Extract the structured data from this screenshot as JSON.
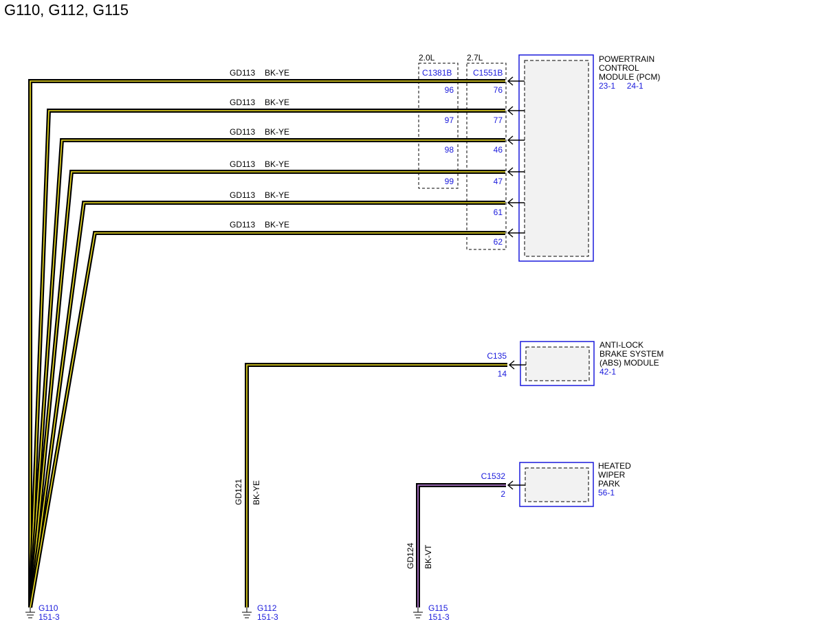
{
  "title": "G110, G112, G115",
  "colors": {
    "wire_outline": "#000000",
    "stripe_yellow": "#f0e020",
    "stripe_violet": "#c080e0",
    "connector_blue": "#1a1adc",
    "module_fill": "#f2f2f2"
  },
  "pcm": {
    "name_lines": [
      "POWERTRAIN",
      "CONTROL",
      "MODULE (PCM)"
    ],
    "refs": "23-1     24-1"
  },
  "connector_groups": [
    {
      "label": "2.0L",
      "connector": "C1381B"
    },
    {
      "label": "2.7L",
      "connector": "C1551B"
    }
  ],
  "pcm_wires": [
    {
      "circuit": "GD113",
      "color": "BK-YE",
      "pin_20": "96",
      "pin_27": "76"
    },
    {
      "circuit": "GD113",
      "color": "BK-YE",
      "pin_20": "97",
      "pin_27": "77"
    },
    {
      "circuit": "GD113",
      "color": "BK-YE",
      "pin_20": "98",
      "pin_27": "46"
    },
    {
      "circuit": "GD113",
      "color": "BK-YE",
      "pin_20": "99",
      "pin_27": "47"
    },
    {
      "circuit": "GD113",
      "color": "BK-YE",
      "pin_27": "61"
    },
    {
      "circuit": "GD113",
      "color": "BK-YE",
      "pin_27": "62"
    }
  ],
  "abs": {
    "name_lines": [
      "ANTI-LOCK",
      "BRAKE SYSTEM",
      "(ABS) MODULE"
    ],
    "ref": "42-1",
    "connector": "C135",
    "pin": "14",
    "circuit": "GD121",
    "color": "BK-YE"
  },
  "wiper": {
    "name_lines": [
      "HEATED",
      "WIPER",
      "PARK"
    ],
    "ref": "56-1",
    "connector": "C1532",
    "pin": "2",
    "circuit": "GD124",
    "color": "BK-VT"
  },
  "grounds": [
    {
      "name": "G110",
      "ref": "151-3"
    },
    {
      "name": "G112",
      "ref": "151-3"
    },
    {
      "name": "G115",
      "ref": "151-3"
    }
  ]
}
